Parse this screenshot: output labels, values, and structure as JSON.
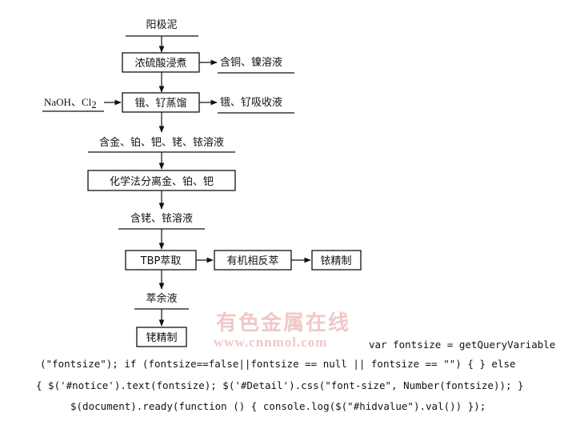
{
  "diagram": {
    "start": "阳极泥",
    "step1": "浓硫酸浸煮",
    "out1": "含铜、镍溶液",
    "reagent_naoh": "NaOH、",
    "reagent_cl": "Cl",
    "reagent_cl_sub": "2",
    "step2": "锇、钌蒸馏",
    "out2": "锇、钌吸收液",
    "mid1": "含金、铂、钯、铑、铱溶液",
    "step3": "化学法分离金、铂、钯",
    "mid2": "含铑、铱溶液",
    "step4": "TBP萃取",
    "step5": "有机相反萃",
    "step6": "铱精制",
    "mid3": "萃余液",
    "step7": "铑精制"
  },
  "watermark": {
    "text": "有色金属在线",
    "url": "www.cnnmol.com"
  },
  "code": {
    "line1": "var fontsize = getQueryVariable",
    "line2": "(\"fontsize\"); if (fontsize==false||fontsize == null || fontsize == \"\") { } else",
    "line3": "{ $('#notice').text(fontsize); $('#Detail').css(\"font-size\", Number(fontsize)); }",
    "line4": "$(document).ready(function () { console.log($(\"#hidvalue\").val()) });"
  }
}
